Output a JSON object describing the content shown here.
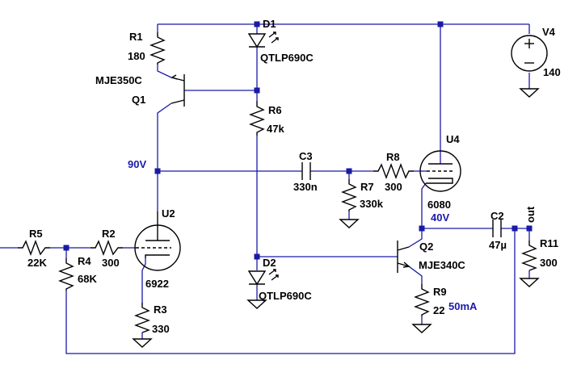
{
  "colors": {
    "wire": "#1a1aa8",
    "component": "#000000",
    "annotation": "#1a1aa8",
    "background": "#ffffff"
  },
  "components": {
    "R1": {
      "ref": "R1",
      "value": "180"
    },
    "Q1": {
      "ref": "Q1",
      "model": "MJE350C"
    },
    "D1": {
      "ref": "D1",
      "model": "QTLP690C"
    },
    "R6": {
      "ref": "R6",
      "value": "47k"
    },
    "V4": {
      "ref": "V4",
      "value": "140"
    },
    "C3": {
      "ref": "C3",
      "value": "330n"
    },
    "R7": {
      "ref": "R7",
      "value": "330k"
    },
    "R8": {
      "ref": "R8",
      "value": "300"
    },
    "U4": {
      "ref": "U4",
      "model": "6080"
    },
    "U2": {
      "ref": "U2",
      "model": "6922"
    },
    "R5": {
      "ref": "R5",
      "value": "22K"
    },
    "R2": {
      "ref": "R2",
      "value": "300"
    },
    "R4": {
      "ref": "R4",
      "value": "68K"
    },
    "R3": {
      "ref": "R3",
      "value": "330"
    },
    "D2": {
      "ref": "D2",
      "model": "QTLP690C"
    },
    "Q2": {
      "ref": "Q2",
      "model": "MJE340C"
    },
    "R9": {
      "ref": "R9",
      "value": "22"
    },
    "C2": {
      "ref": "C2",
      "value": "47µ"
    },
    "R11": {
      "ref": "R11",
      "value": "300"
    }
  },
  "annotations": {
    "v90": "90V",
    "v40": "40V",
    "i50": "50mA"
  },
  "net_label_out": "out"
}
